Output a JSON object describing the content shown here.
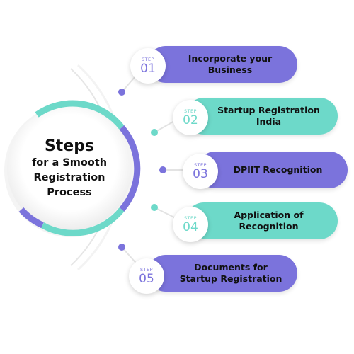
{
  "title": {
    "line1": "Steps",
    "line2": "for a Smooth",
    "line3": "Registration",
    "line4": "Process"
  },
  "steps": [
    {
      "word": "STEP",
      "number": "01",
      "label": "Incorporate your\nBusiness",
      "color": "#7b73dc",
      "text_color": "#111111"
    },
    {
      "word": "STEP",
      "number": "02",
      "label": "Startup Registration\nIndia",
      "color": "#6dd9c9",
      "text_color": "#111111"
    },
    {
      "word": "STEP",
      "number": "03",
      "label": "DPIIT Recognition",
      "color": "#7b73dc",
      "text_color": "#ffffff"
    },
    {
      "word": "STEP",
      "number": "04",
      "label": "Application of\nRecognition",
      "color": "#6dd9c9",
      "text_color": "#111111"
    },
    {
      "word": "STEP",
      "number": "05",
      "label": "Documents for\nStartup Registration",
      "color": "#7b73dc",
      "text_color": "#111111"
    }
  ],
  "colors": {
    "purple": "#7b73dc",
    "teal": "#6dd9c9",
    "arc": "#e3e3e3",
    "text": "#111111"
  }
}
